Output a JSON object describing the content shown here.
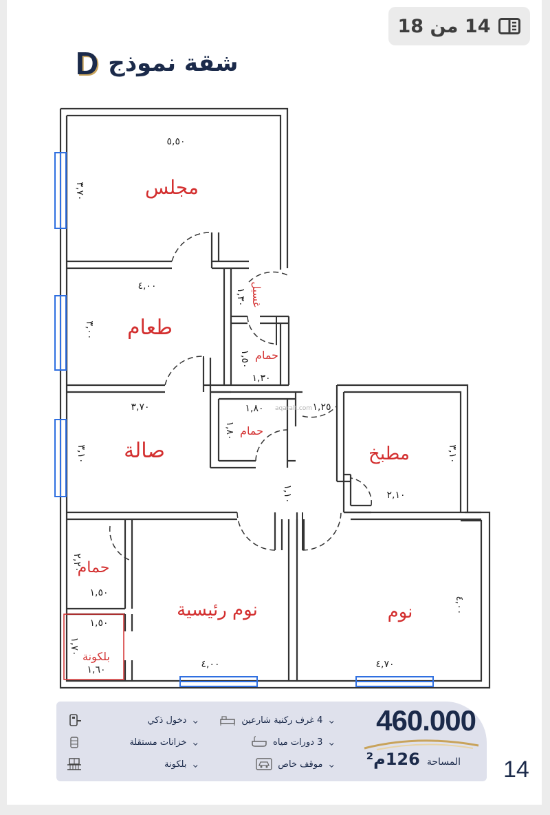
{
  "header": {
    "page_counter": "14 من 18",
    "title": "شقة نموذج",
    "model_letter": "D"
  },
  "plan": {
    "rooms": [
      {
        "name": "مجلس"
      },
      {
        "name": "طعام"
      },
      {
        "name": "صالة"
      },
      {
        "name": "حمام"
      },
      {
        "name": "حمام"
      },
      {
        "name": "مطبخ"
      },
      {
        "name": "حمام"
      },
      {
        "name": "نوم رئيسية"
      },
      {
        "name": "نوم"
      },
      {
        "name": "بلكونة"
      },
      {
        "name": "غسيل"
      }
    ],
    "dimensions": [
      "٥,٥٠",
      "٣,٧٠",
      "٤,٠٠",
      "٣,٠٠",
      "٣,٧٠",
      "٣,١٠",
      "١,٣٠",
      "١,٥٠",
      "١,٣٠",
      "١,٨٠",
      "١,٨٠",
      "١,٢٥",
      "٣,١٠",
      "٢,١٠",
      "١,١٠",
      "٢,٢٠",
      "١,٥٠",
      "١,٥٠",
      "١,٧٠",
      "١,٦٠",
      "٤,٠٠",
      "٤,٧٠",
      "٤,٠٠"
    ],
    "watermark": "aqaralt.com"
  },
  "footer": {
    "price": "460.000",
    "area_label": "المساحة",
    "area_value": "126م²",
    "features": [
      {
        "text": "4 غرف ركنية شارعين",
        "icon": "bed-icon"
      },
      {
        "text": "3 دورات مياه",
        "icon": "bathtub-icon"
      },
      {
        "text": "موقف خاص",
        "icon": "car-icon"
      },
      {
        "text": "دخول ذكي",
        "icon": "smart-lock-icon"
      },
      {
        "text": "خزانات مستقلة",
        "icon": "water-tank-icon"
      },
      {
        "text": "بلكونة",
        "icon": "balcony-icon"
      }
    ]
  },
  "page_number": "14",
  "colors": {
    "navy": "#1b2a4a",
    "gold": "#c8a35b",
    "room_label_red": "#d32f2f",
    "window_blue": "#2f6fe0",
    "footer_bg": "#dfe1ec"
  }
}
